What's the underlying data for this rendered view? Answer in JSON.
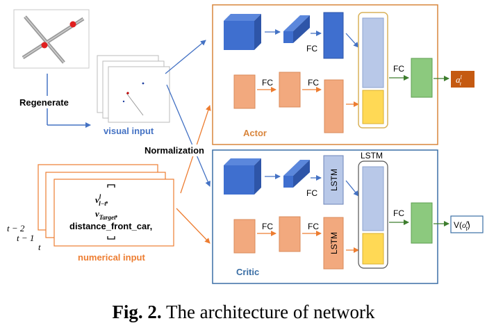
{
  "diagram": {
    "regenerate_label": "Regenerate",
    "visual_input_label": "visual input",
    "normalization_label": "Normalization",
    "numerical_input_label": "numerical input",
    "numerical_items": [
      "v^l_{l-t},",
      "v_{Target},",
      "distance_front_car,"
    ],
    "time_labels": [
      "t − 2",
      "t − 1",
      "t"
    ],
    "actor": {
      "title": "Actor",
      "fc_labels": [
        "FC",
        "FC",
        "FC",
        "FC"
      ],
      "output_label": "a^l_t"
    },
    "critic": {
      "title": "Critic",
      "fc_labels": [
        "FC",
        "FC",
        "FC"
      ],
      "lstm_labels": [
        "LSTM",
        "LSTM"
      ],
      "lstm_top_label": "LSTM",
      "output_label": "V(o^n_t)"
    },
    "colors": {
      "actor_border": "#D9853B",
      "critic_border": "#3A6EA5",
      "cube_blue": "#3F6FCF",
      "orange_box": "#F2A97E",
      "green_box": "#8CC97E",
      "light_blue": "#B8C8E8",
      "yellow": "#FFD955",
      "output_actor": "#C55A11",
      "arrow_blue": "#4472C4",
      "arrow_orange": "#ED7D31"
    }
  },
  "caption": {
    "fig": "Fig. 2.",
    "text": " The architecture of network"
  }
}
